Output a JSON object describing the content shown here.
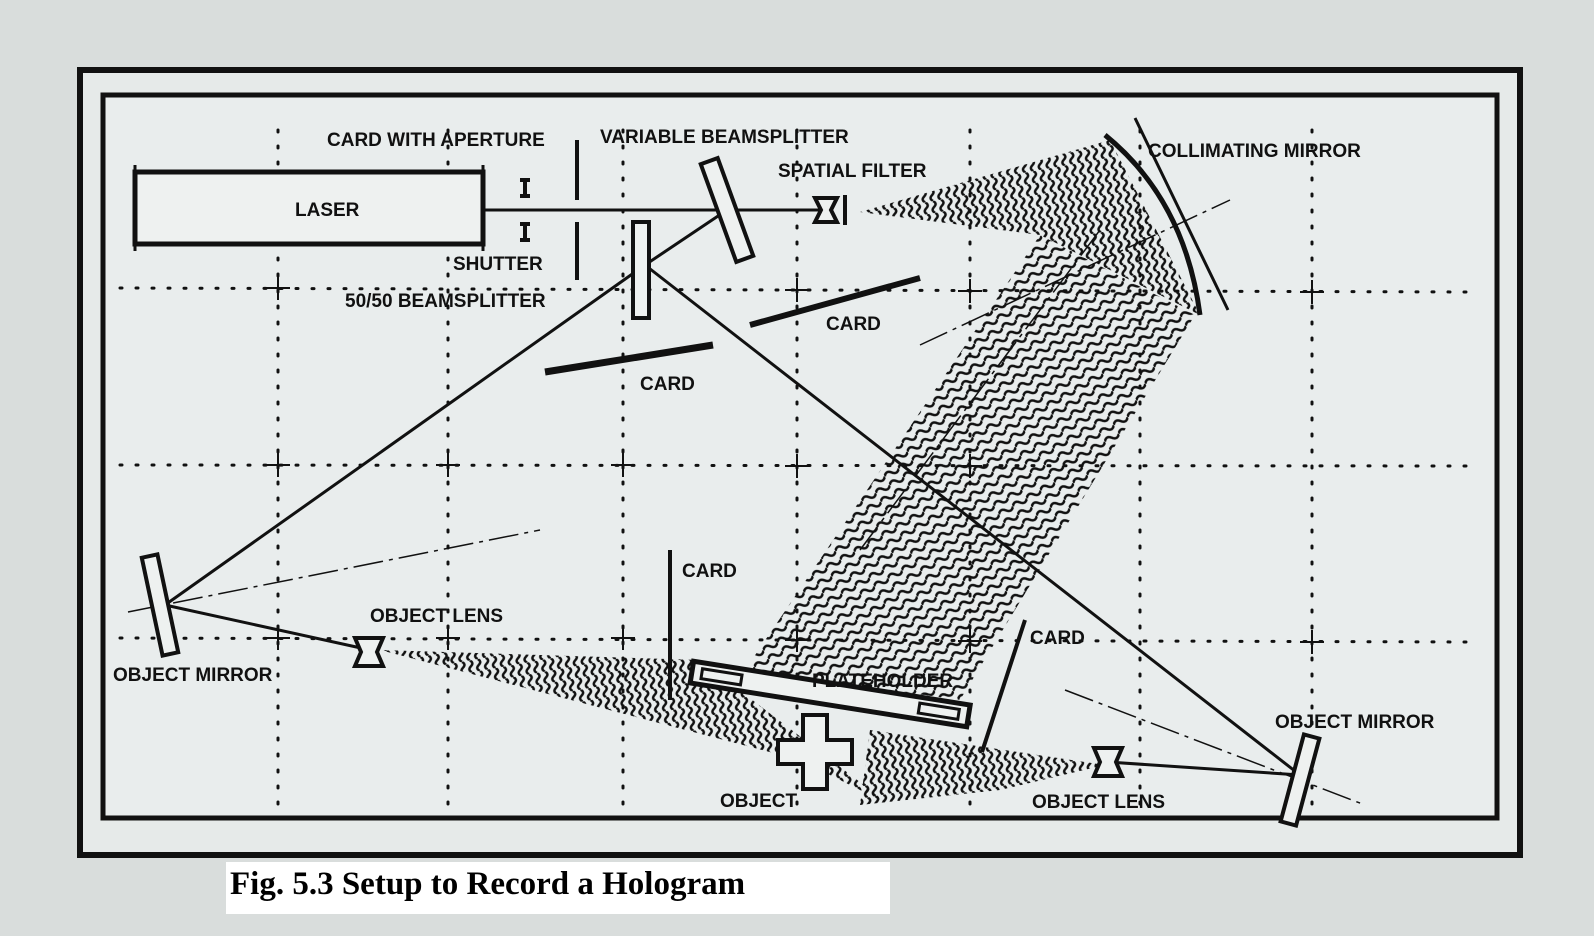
{
  "figure": {
    "caption": "Fig. 5.3  Setup to Record a Hologram",
    "labels": {
      "laser": "LASER",
      "card_with_aperture": "CARD WITH APERTURE",
      "variable_beamsplitter": "VARIABLE BEAMSPLITTER",
      "spatial_filter": "SPATIAL FILTER",
      "collimating_mirror": "COLLIMATING MIRROR",
      "shutter": "SHUTTER",
      "beamsplitter_5050": "50/50 BEAMSPLITTER",
      "card_1": "CARD",
      "card_2": "CARD",
      "card_3": "CARD",
      "card_4": "CARD",
      "object_lens_left": "OBJECT LENS",
      "object_mirror_left": "OBJECT MIRROR",
      "plateholder": "PLATEHOLDER",
      "object": "OBJECT",
      "object_lens_right": "OBJECT LENS",
      "object_mirror_right": "OBJECT MIRROR"
    }
  }
}
